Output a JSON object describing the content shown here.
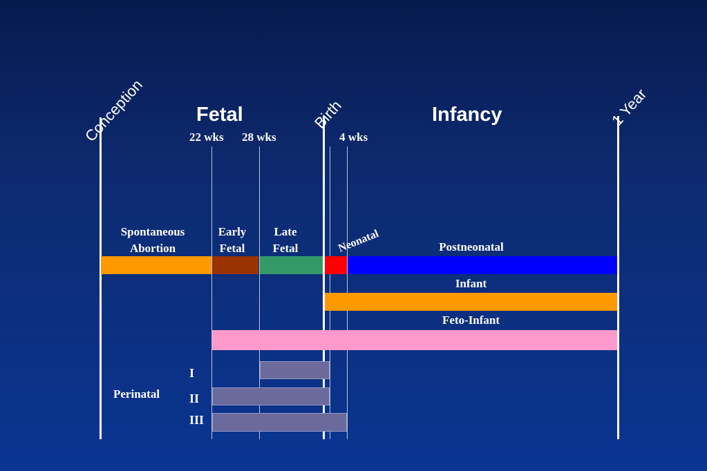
{
  "milestones": {
    "conception": "Conception",
    "birth": "Birth",
    "one_year": "1 Year"
  },
  "headers": {
    "fetal": "Fetal",
    "infancy": "Infancy"
  },
  "weeks": {
    "w22": "22 wks",
    "w28": "28 wks",
    "w4": "4 wks"
  },
  "periods": {
    "spontaneous_abortion_1": "Spontaneous",
    "spontaneous_abortion_2": "Abortion",
    "early_fetal_1": "Early",
    "early_fetal_2": "Fetal",
    "late_fetal_1": "Late",
    "late_fetal_2": "Fetal",
    "neonatal": "Neonatal",
    "postneonatal": "Postneonatal",
    "infant": "Infant",
    "feto_infant": "Feto-Infant",
    "perinatal": "Perinatal"
  },
  "perinatal_defs": [
    "I",
    "II",
    "III"
  ],
  "colors": {
    "spontaneous_abortion": "#ff9900",
    "early_fetal": "#993300",
    "late_fetal": "#339966",
    "neonatal": "#ff0000",
    "postneonatal": "#0000ff",
    "infant": "#ff9900",
    "feto_infant": "#ff99cc",
    "perinatal": "#6a6a9c"
  }
}
